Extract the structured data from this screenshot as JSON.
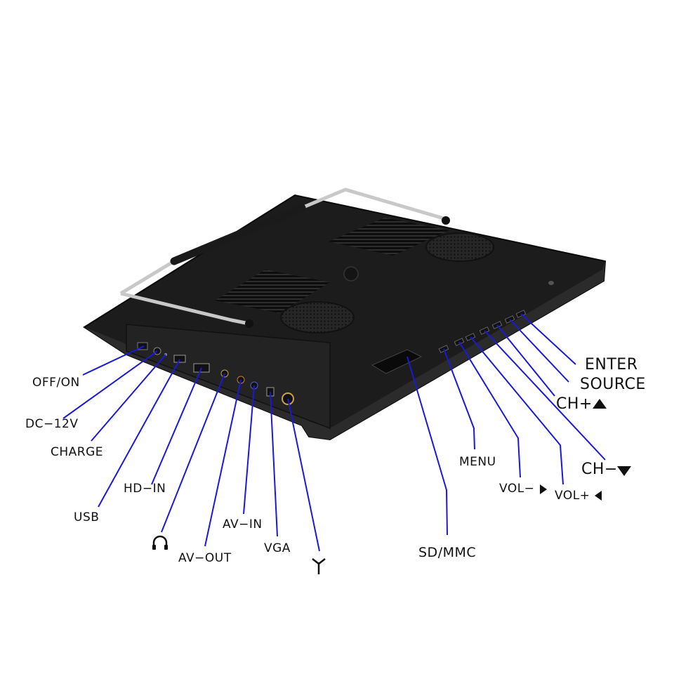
{
  "labels": {
    "off_on": "OFF/ON",
    "dc_12v": "DC−12V",
    "charge": "CHARGE",
    "usb": "USB",
    "hd_in": "HD−IN",
    "av_out": "AV−OUT",
    "av_in": "AV−IN",
    "vga": "VGA",
    "sd_mmc": "SD/MMC",
    "menu": "MENU",
    "vol_minus": "VOL−",
    "vol_plus": "VOL+",
    "ch_minus": "CH−",
    "ch_plus": "CH+",
    "source": "SOURCE",
    "enter": "ENTER"
  },
  "icons": {
    "headphone": "headphone-icon",
    "antenna": "antenna-icon",
    "arrow_right": "triangle-right-icon",
    "arrow_left": "triangle-left-icon",
    "arrow_up": "triangle-up-icon",
    "arrow_down": "triangle-down-icon"
  },
  "colors": {
    "callout_line": "#1a1ad6",
    "device_body": "#1c1c1c",
    "background": "#ffffff"
  }
}
